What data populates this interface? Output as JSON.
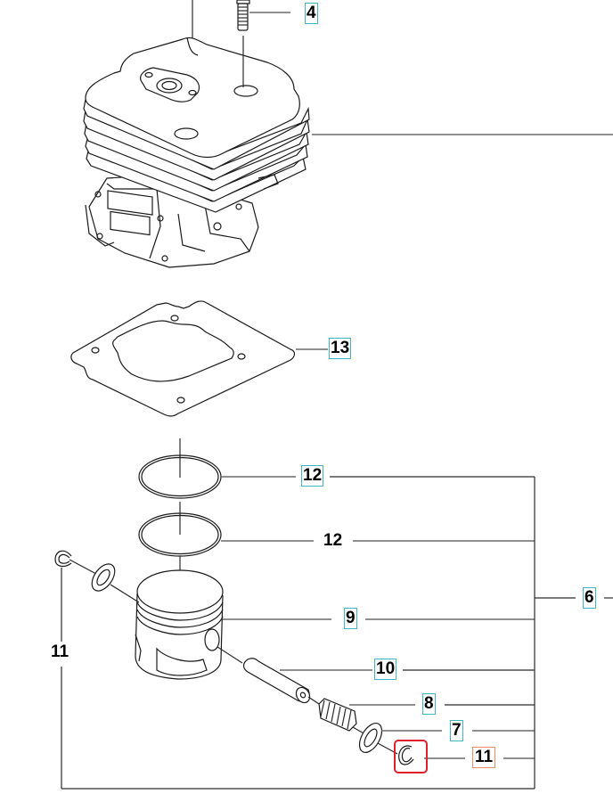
{
  "diagram": {
    "title": "Cylinder and piston exploded parts diagram",
    "callouts": [
      {
        "id": "c4",
        "label": "4",
        "part": "cylinder-screw",
        "style": "boxed"
      },
      {
        "id": "c13",
        "label": "13",
        "part": "cylinder-gasket",
        "style": "boxed"
      },
      {
        "id": "c12a",
        "label": "12",
        "part": "piston-ring-upper",
        "style": "boxed"
      },
      {
        "id": "c12b",
        "label": "12",
        "part": "piston-ring-lower",
        "style": "plain"
      },
      {
        "id": "c6",
        "label": "6",
        "part": "piston-kit",
        "style": "boxed"
      },
      {
        "id": "c9",
        "label": "9",
        "part": "piston",
        "style": "boxed"
      },
      {
        "id": "c10",
        "label": "10",
        "part": "piston-pin",
        "style": "boxed"
      },
      {
        "id": "c8",
        "label": "8",
        "part": "needle-bearing",
        "style": "boxed"
      },
      {
        "id": "c7",
        "label": "7",
        "part": "thrust-washer",
        "style": "boxed"
      },
      {
        "id": "c11a",
        "label": "11",
        "part": "circlip-right",
        "style": "boxed-orange"
      },
      {
        "id": "c11b",
        "label": "11",
        "part": "circlip-left",
        "style": "plain"
      }
    ],
    "highlighted_part": "circlip-right",
    "colors": {
      "callout_border": "#3fb6c2",
      "selected_callout_border": "#ee8a64",
      "highlight": "#e0202a",
      "line": "#1a1a1a"
    }
  }
}
